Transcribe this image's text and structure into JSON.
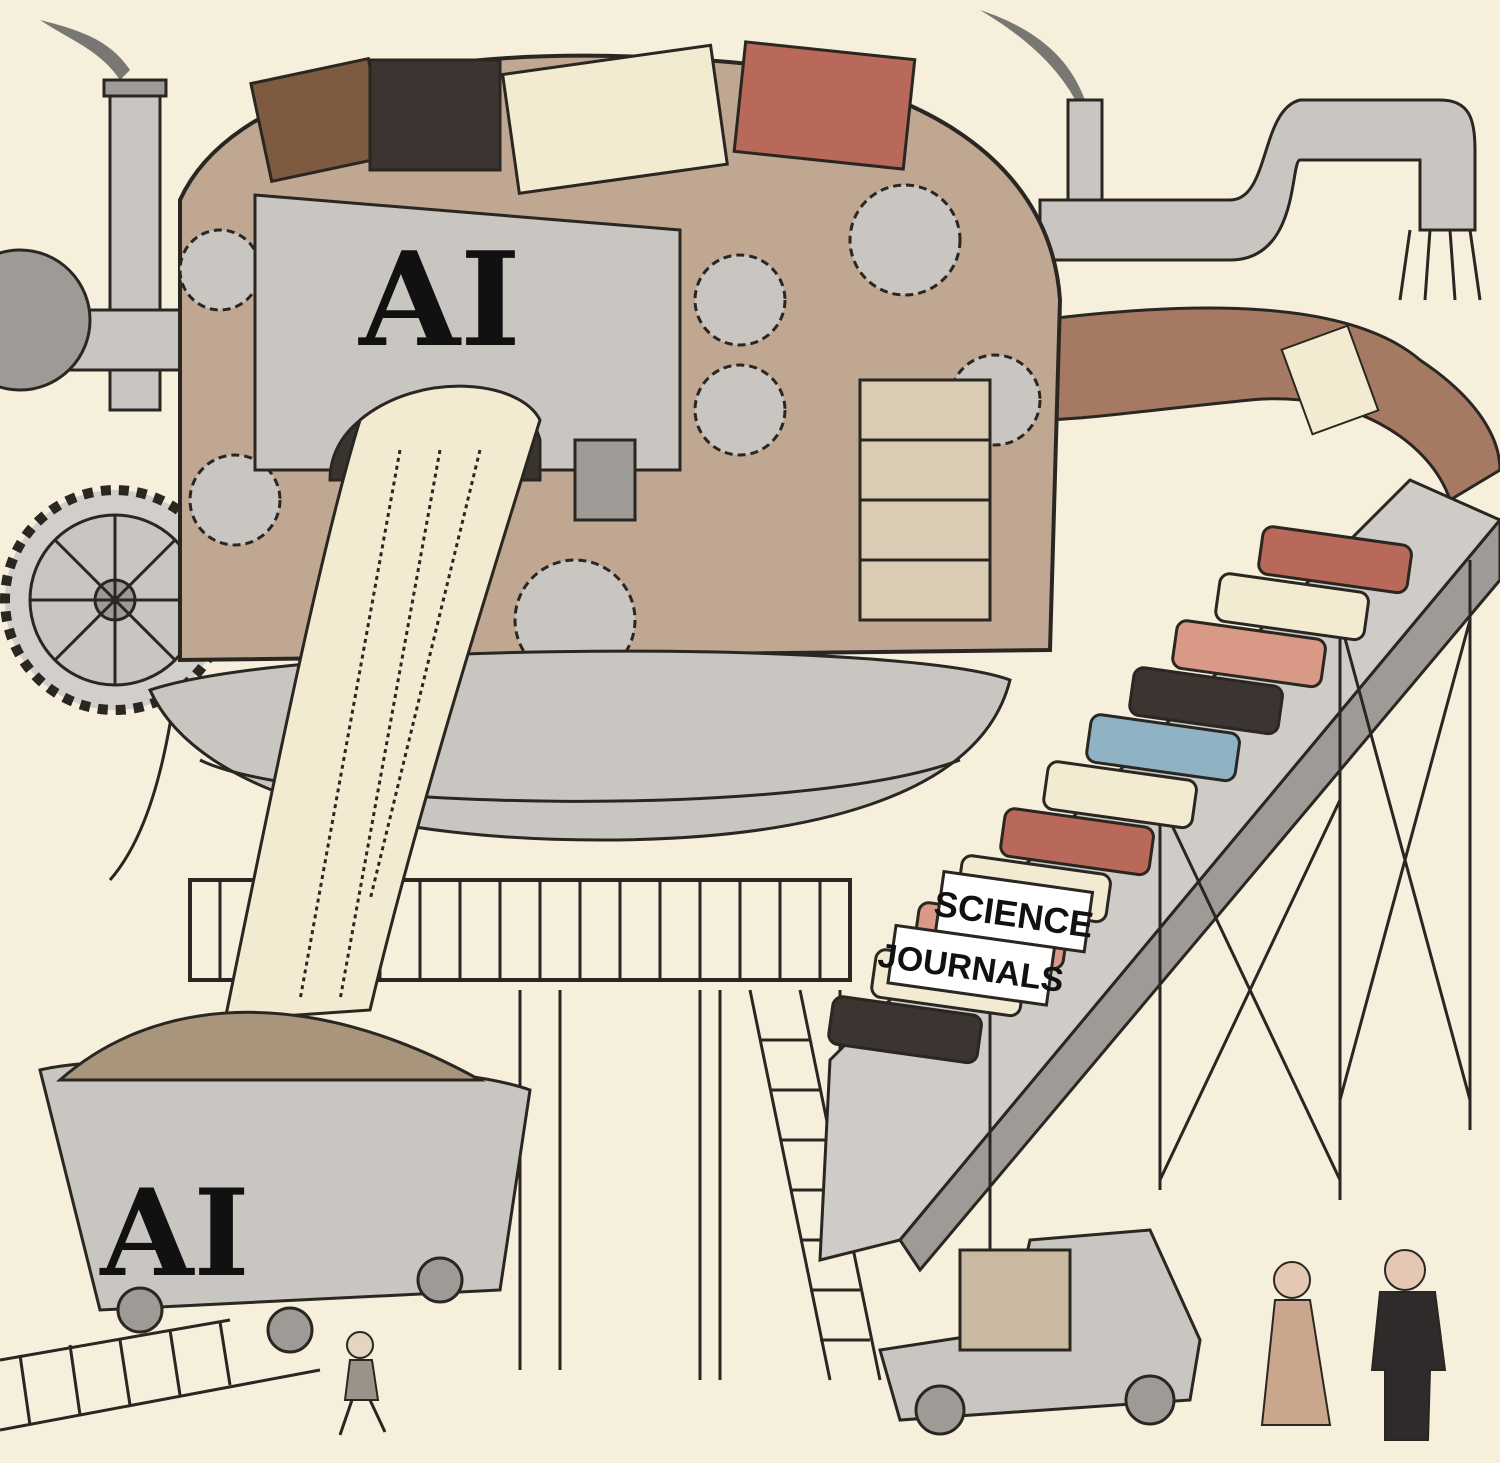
{
  "illustration": {
    "machine_label": "AI",
    "cart_label": "AI",
    "conveyor_books": [
      "SCIENCE",
      "JOURNALS"
    ]
  },
  "colors": {
    "background": "#f5efdc",
    "metal": "#c9c6c2",
    "ink": "#2a2622",
    "paper": "#f3ead2",
    "book_red": "#b9695a",
    "book_pink": "#d89a86",
    "book_blue": "#8fb3c4",
    "book_dark": "#3b3430"
  }
}
